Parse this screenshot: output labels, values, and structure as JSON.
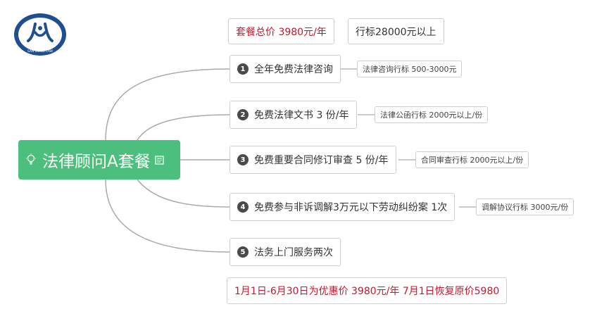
{
  "logo": {
    "text": "SAN GONG LAW"
  },
  "root": {
    "title": "法律顾问A套餐",
    "bulb_icon": "lightbulb-icon",
    "note_icon": "note-icon"
  },
  "price": {
    "label": "套餐总价 3980元/年",
    "market": "行标28000元以上"
  },
  "items": [
    {
      "num": "1",
      "text": "全年免费法律咨询",
      "note": "法律咨询行标 500-3000元"
    },
    {
      "num": "2",
      "text": "免费法律文书 3 份/年",
      "note": "法律公函行标 2000元以上/份"
    },
    {
      "num": "3",
      "text": "免费重要合同修订审查 5 份/年",
      "note": "合同审查行标 2000元以上/份"
    },
    {
      "num": "4",
      "text": "免费参与非诉调解3万元以下劳动纠纷案 1次",
      "note": "调解协议行标 3000元/份"
    },
    {
      "num": "5",
      "text": "法务上门服务两次"
    }
  ],
  "promo": "1月1日-6月30日为优惠价 3980元/年 7月1日恢复原价5980",
  "colors": {
    "root_bg": "#4cbe7e",
    "accent_red": "#c0182e",
    "logo_blue": "#1f4f8f",
    "line_gray": "#a8a8a8"
  }
}
